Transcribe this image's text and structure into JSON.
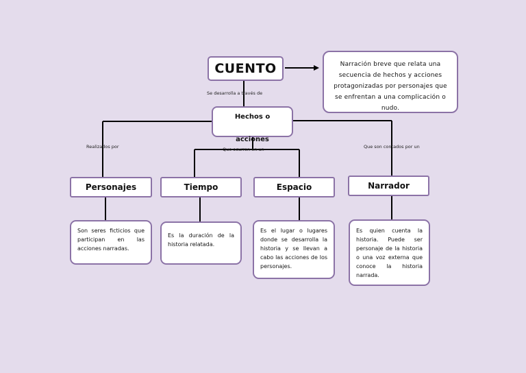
{
  "colors": {
    "background": "#e4dcec",
    "box_border": "#8b72a6",
    "box_fill": "#ffffff",
    "line": "#000000"
  },
  "diagram": {
    "root": {
      "label": "CUENTO"
    },
    "definition": "Narración breve que relata una secuencia de hechos y acciones protagonizadas por personajes que se enfrentan a una complicación o nudo.",
    "link_root": "Se desarrolla   a través de",
    "hechos": {
      "line1": "Hechos o",
      "line2": "acciones"
    },
    "link_personajes": "Realizados por",
    "link_tiempo_espacio": "Que ocurren en un",
    "link_narrador": "Que son contados por un",
    "categories": [
      {
        "label": "Personajes",
        "description": "Son seres ficticios que participan en las acciones narradas."
      },
      {
        "label": "Tiempo",
        "description": "Es la duración de la historia relatada."
      },
      {
        "label": "Espacio",
        "description": "Es el lugar o lugares donde se desarrolla la historia y se llevan a cabo las acciones de los personajes."
      },
      {
        "label": "Narrador",
        "description": "Es quien cuenta la historia. Puede ser personaje de la historia o una voz externa que conoce la historia narrada."
      }
    ]
  }
}
